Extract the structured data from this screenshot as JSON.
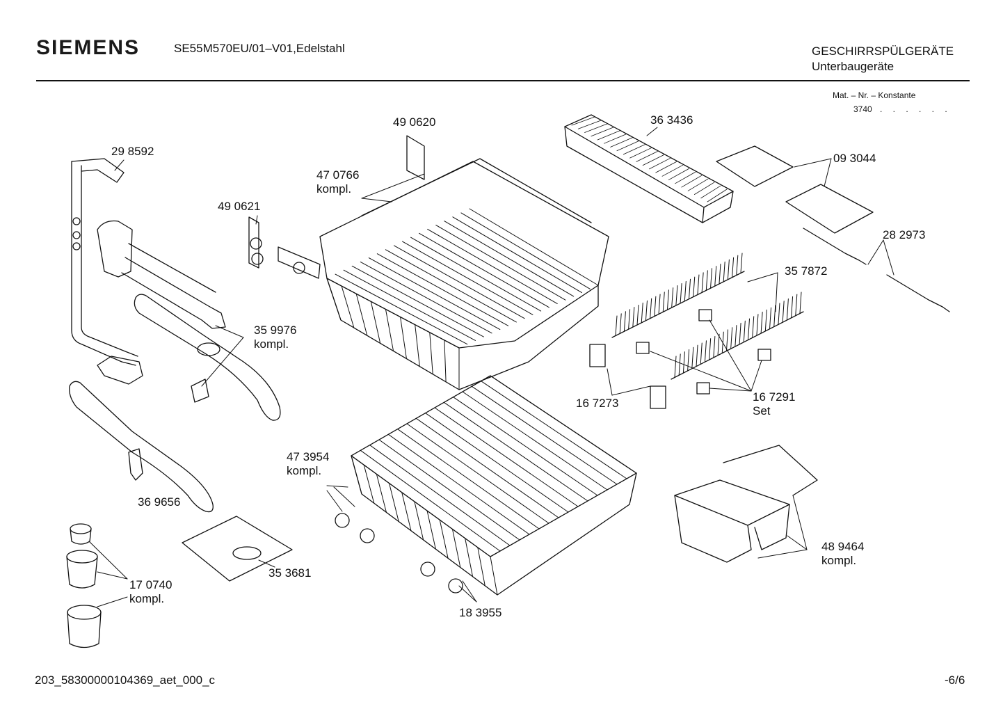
{
  "header": {
    "brand": "SIEMENS",
    "model": "SE55M570EU/01–V01,Edelstahl",
    "category_line1": "GESCHIRRSPÜLGERÄTE",
    "category_line2": "Unterbaugeräte",
    "mat_label": "Mat. – Nr. – Konstante",
    "mat_value": "3740",
    "mat_dots": ". . . . . ."
  },
  "parts": [
    {
      "id": "p298592",
      "number": "29 8592",
      "note": ""
    },
    {
      "id": "p490620",
      "number": "49 0620",
      "note": ""
    },
    {
      "id": "p470766",
      "number": "47 0766",
      "note": "kompl."
    },
    {
      "id": "p490621",
      "number": "49 0621",
      "note": ""
    },
    {
      "id": "p363436",
      "number": "36 3436",
      "note": ""
    },
    {
      "id": "p093044",
      "number": "09 3044",
      "note": ""
    },
    {
      "id": "p282973",
      "number": "28 2973",
      "note": ""
    },
    {
      "id": "p357872",
      "number": "35 7872",
      "note": ""
    },
    {
      "id": "p359976",
      "number": "35 9976",
      "note": "kompl."
    },
    {
      "id": "p167273",
      "number": "16 7273",
      "note": ""
    },
    {
      "id": "p167291",
      "number": "16 7291",
      "note": "Set"
    },
    {
      "id": "p473954",
      "number": "47 3954",
      "note": "kompl."
    },
    {
      "id": "p369656",
      "number": "36 9656",
      "note": ""
    },
    {
      "id": "p353681",
      "number": "35 3681",
      "note": ""
    },
    {
      "id": "p170740",
      "number": "17 0740",
      "note": "kompl."
    },
    {
      "id": "p183955",
      "number": "18 3955",
      "note": ""
    },
    {
      "id": "p489464",
      "number": "48 9464",
      "note": "kompl."
    }
  ],
  "footer": {
    "doc_id": "203_58300000104369_aet_000_c",
    "page": "-6/6"
  }
}
